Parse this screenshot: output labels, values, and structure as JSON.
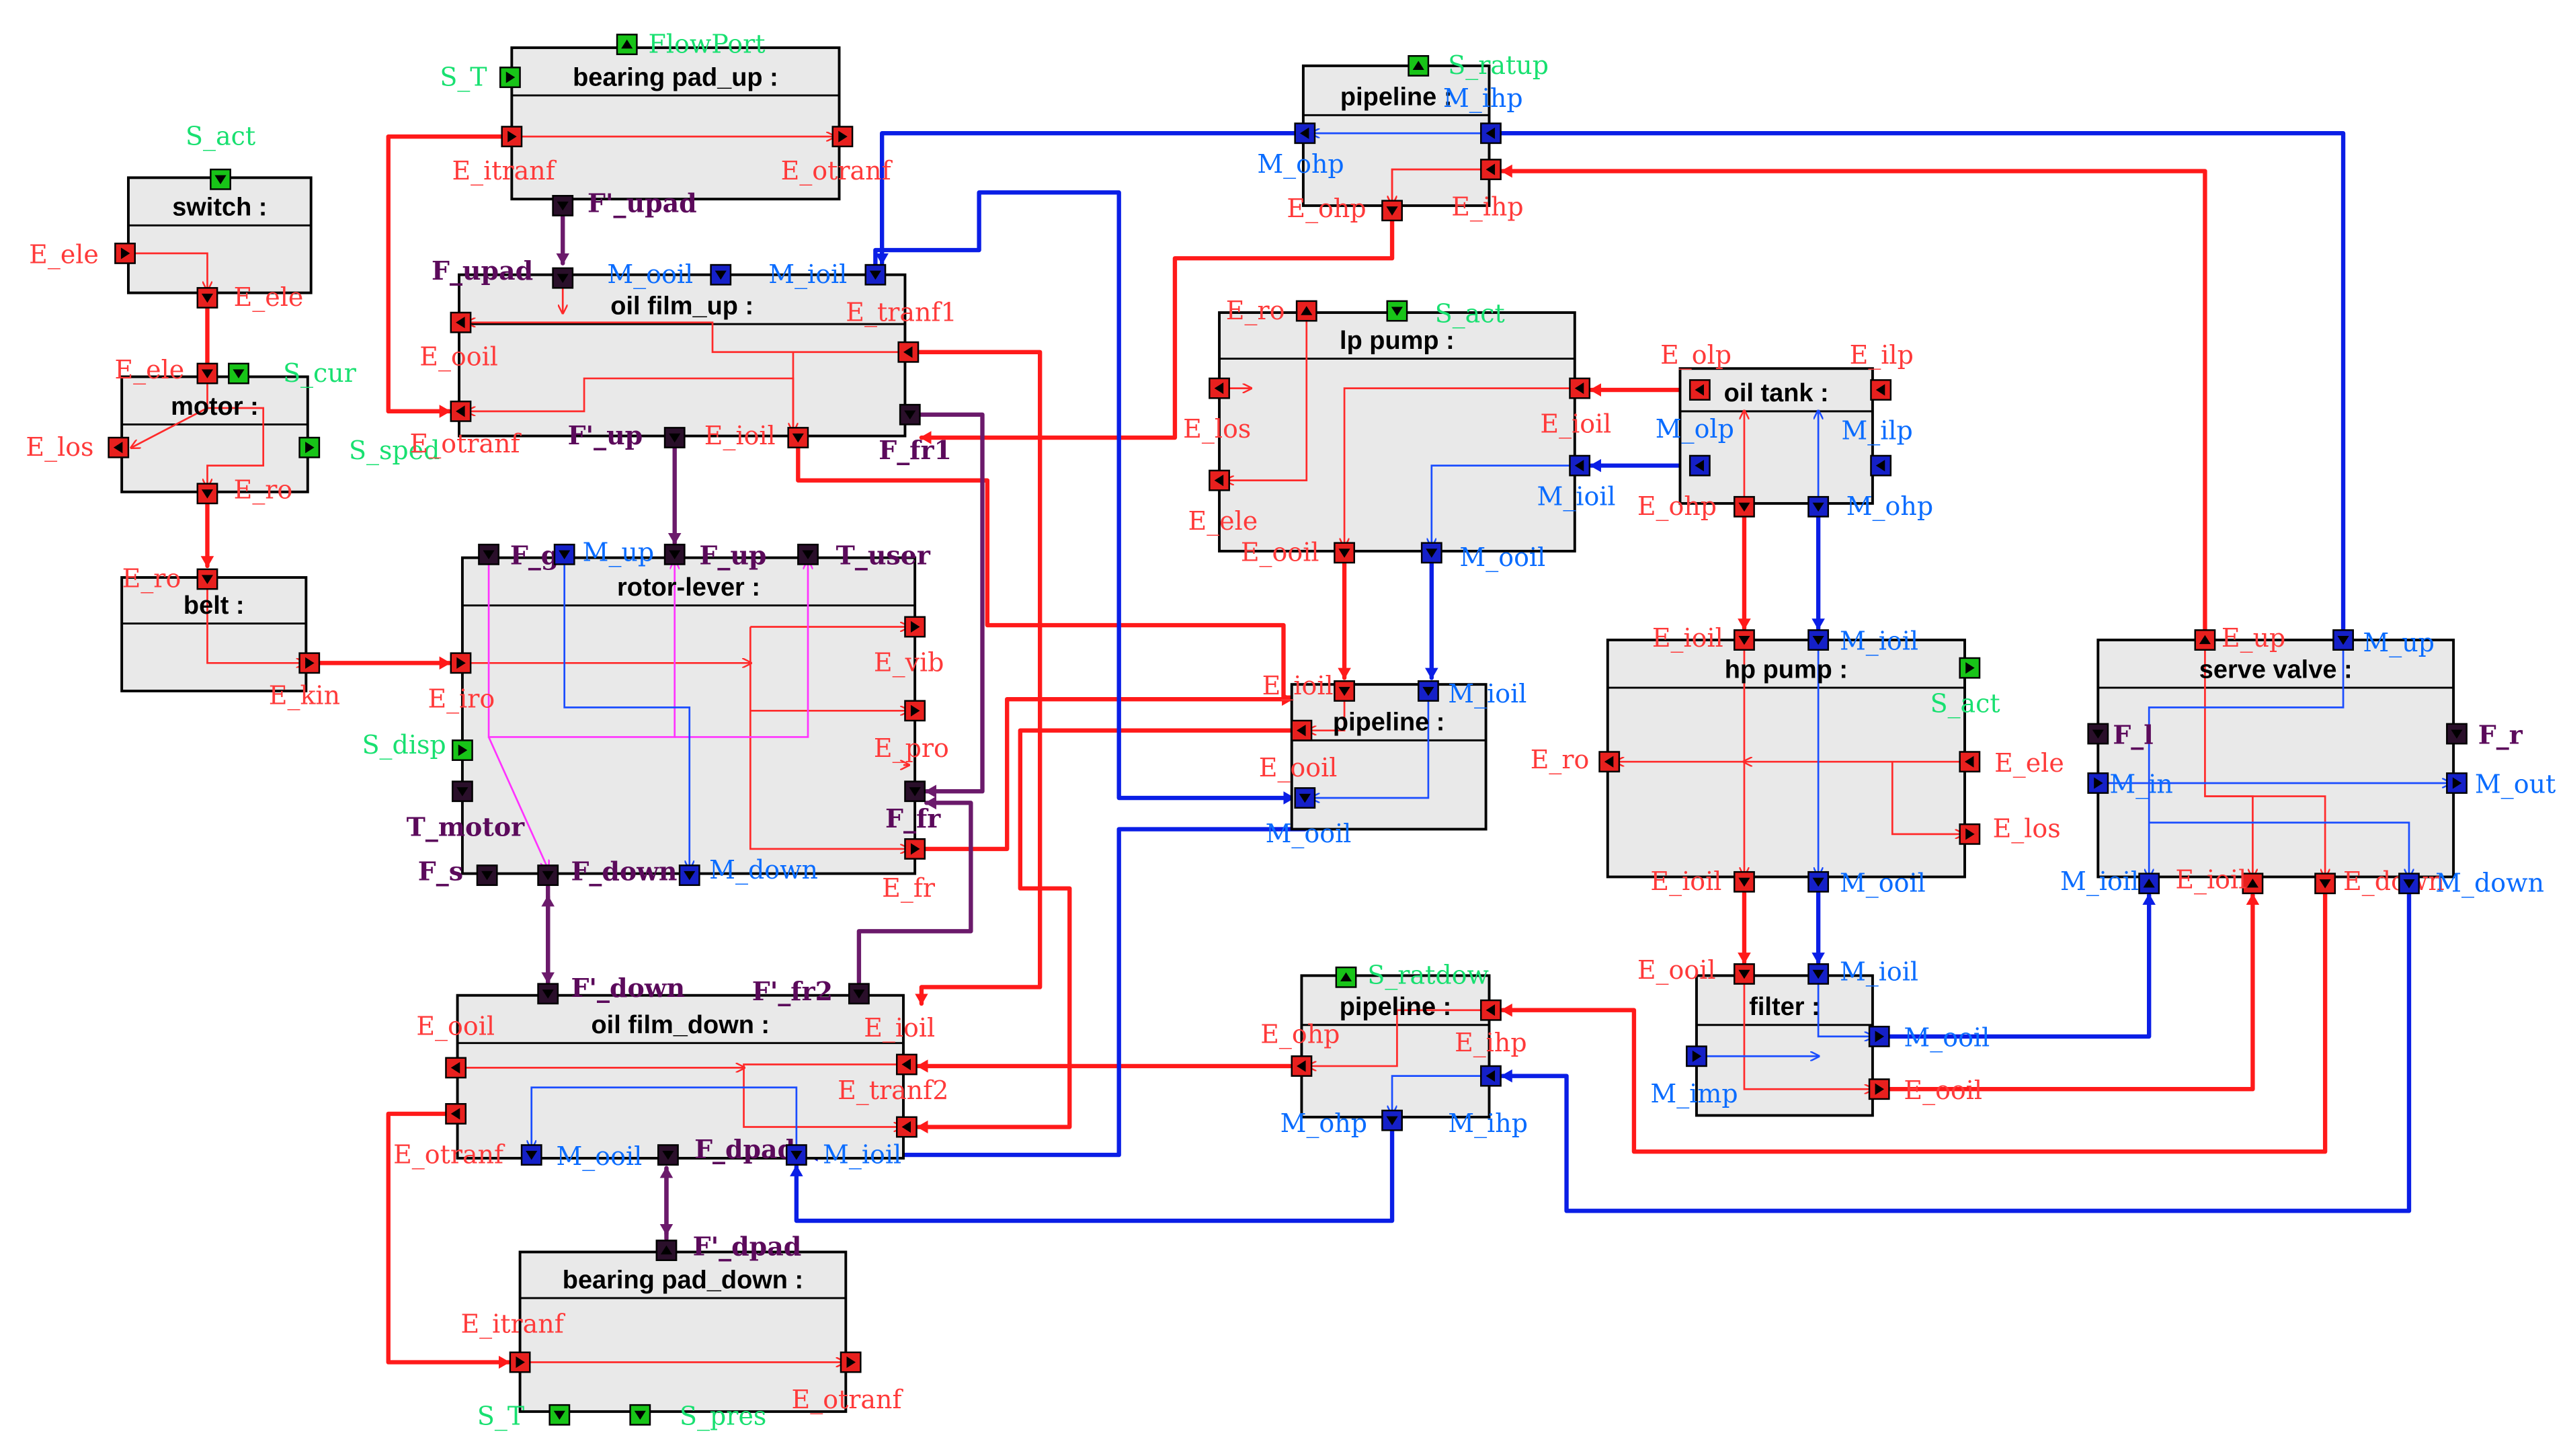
{
  "colors": {
    "energy_port": "#e8201e",
    "mass_port": "#1520c8",
    "force_port": "#2a0f2a",
    "signal_port": "#18c418",
    "energy_label": "#ff3a3a",
    "mass_label": "#0a6cff",
    "force_label": "#5b0a5b",
    "signal_label": "#18e070",
    "energy_wire": "#ff1a1a",
    "mass_wire": "#0a1ee6",
    "force_wire": "#6b1a6b"
  },
  "blocks": [
    {
      "id": "switch",
      "title": "switch :",
      "ports": [
        {
          "label": "S_act",
          "type": "signal"
        },
        {
          "label": "E_ele",
          "type": "energy"
        },
        {
          "label": "E_ele",
          "type": "energy"
        }
      ]
    },
    {
      "id": "motor",
      "title": "motor :",
      "ports": [
        {
          "label": "E_ele",
          "type": "energy"
        },
        {
          "label": "S_cur",
          "type": "signal"
        },
        {
          "label": "E_los",
          "type": "energy"
        },
        {
          "label": "S_sped",
          "type": "signal"
        },
        {
          "label": "E_ro",
          "type": "energy"
        }
      ]
    },
    {
      "id": "belt",
      "title": "belt :",
      "ports": [
        {
          "label": "E_ro",
          "type": "energy"
        },
        {
          "label": "E_kin",
          "type": "energy"
        }
      ]
    },
    {
      "id": "bearing_up",
      "title": "bearing pad_up :",
      "ports": [
        {
          "label": "FlowPort",
          "type": "signal"
        },
        {
          "label": "S_T",
          "type": "signal"
        },
        {
          "label": "E_itranf",
          "type": "energy"
        },
        {
          "label": "E_otranf",
          "type": "energy"
        },
        {
          "label": "F'_upad",
          "type": "force"
        }
      ]
    },
    {
      "id": "oilfilm_up",
      "title": "oil film_up :",
      "ports": [
        {
          "label": "F_upad",
          "type": "force"
        },
        {
          "label": "M_ooil",
          "type": "mass"
        },
        {
          "label": "M_ioil",
          "type": "mass"
        },
        {
          "label": "E_tranf1",
          "type": "energy"
        },
        {
          "label": "E_ooil",
          "type": "energy"
        },
        {
          "label": "E_otranf",
          "type": "energy"
        },
        {
          "label": "F'_up",
          "type": "force"
        },
        {
          "label": "E_ioil",
          "type": "energy"
        },
        {
          "label": "F_fr1",
          "type": "force"
        }
      ]
    },
    {
      "id": "rotor",
      "title": "rotor-lever :",
      "ports": [
        {
          "label": "F_g",
          "type": "force"
        },
        {
          "label": "M_up",
          "type": "mass"
        },
        {
          "label": "F_up",
          "type": "force"
        },
        {
          "label": "T_user",
          "type": "force"
        },
        {
          "label": "E_iro",
          "type": "energy"
        },
        {
          "label": "E_vib",
          "type": "energy"
        },
        {
          "label": "E_pro",
          "type": "energy"
        },
        {
          "label": "S_disp",
          "type": "signal"
        },
        {
          "label": "T_motor",
          "type": "force"
        },
        {
          "label": "F_fr",
          "type": "force"
        },
        {
          "label": "E_fr",
          "type": "energy"
        },
        {
          "label": "F_s",
          "type": "force"
        },
        {
          "label": "F_down",
          "type": "force"
        },
        {
          "label": "M_down",
          "type": "mass"
        }
      ]
    },
    {
      "id": "oilfilm_down",
      "title": "oil film_down :",
      "ports": [
        {
          "label": "F'_down",
          "type": "force"
        },
        {
          "label": "F'_fr2",
          "type": "force"
        },
        {
          "label": "E_ooil",
          "type": "energy"
        },
        {
          "label": "E_ioil",
          "type": "energy"
        },
        {
          "label": "E_tranf2",
          "type": "energy"
        },
        {
          "label": "E_otranf",
          "type": "energy"
        },
        {
          "label": "M_ooil",
          "type": "mass"
        },
        {
          "label": "F_dpad",
          "type": "force"
        },
        {
          "label": "M_ioil",
          "type": "mass"
        }
      ]
    },
    {
      "id": "bearing_down",
      "title": "bearing pad_down :",
      "ports": [
        {
          "label": "F'_dpad",
          "type": "force"
        },
        {
          "label": "E_itranf",
          "type": "energy"
        },
        {
          "label": "E_otranf",
          "type": "energy"
        },
        {
          "label": "S_T",
          "type": "signal"
        },
        {
          "label": "S_pres",
          "type": "signal"
        }
      ]
    },
    {
      "id": "pipeline_top",
      "title": "pipeline :",
      "ports": [
        {
          "label": "S_ratup",
          "type": "signal"
        },
        {
          "label": "M_ihp",
          "type": "mass"
        },
        {
          "label": "M_ohp",
          "type": "mass"
        },
        {
          "label": "E_ohp",
          "type": "energy"
        },
        {
          "label": "E_ihp",
          "type": "energy"
        }
      ]
    },
    {
      "id": "lp_pump",
      "title": "lp pump :",
      "ports": [
        {
          "label": "E_ro",
          "type": "energy"
        },
        {
          "label": "S_act",
          "type": "signal"
        },
        {
          "label": "E_los",
          "type": "energy"
        },
        {
          "label": "E_ele",
          "type": "energy"
        },
        {
          "label": "E_ioil",
          "type": "energy"
        },
        {
          "label": "M_ioil",
          "type": "mass"
        },
        {
          "label": "E_ooil",
          "type": "energy"
        },
        {
          "label": "M_ooil",
          "type": "mass"
        }
      ]
    },
    {
      "id": "oil_tank",
      "title": "oil tank :",
      "ports": [
        {
          "label": "E_olp",
          "type": "energy"
        },
        {
          "label": "E_ilp",
          "type": "energy"
        },
        {
          "label": "M_olp",
          "type": "mass"
        },
        {
          "label": "M_ilp",
          "type": "mass"
        },
        {
          "label": "E_ohp",
          "type": "energy"
        },
        {
          "label": "M_ohp",
          "type": "mass"
        }
      ]
    },
    {
      "id": "pipeline_mid",
      "title": "pipeline :",
      "ports": [
        {
          "label": "E_ioil",
          "type": "energy"
        },
        {
          "label": "M_ioil",
          "type": "mass"
        },
        {
          "label": "E_ooil",
          "type": "energy"
        },
        {
          "label": "M_ooil",
          "type": "mass"
        }
      ]
    },
    {
      "id": "hp_pump",
      "title": "hp pump :",
      "ports": [
        {
          "label": "E_ioil",
          "type": "energy"
        },
        {
          "label": "M_ioil",
          "type": "mass"
        },
        {
          "label": "S_act",
          "type": "signal"
        },
        {
          "label": "E_ro",
          "type": "energy"
        },
        {
          "label": "E_ele",
          "type": "energy"
        },
        {
          "label": "E_los",
          "type": "energy"
        },
        {
          "label": "E_ioil",
          "type": "energy"
        },
        {
          "label": "M_ooil",
          "type": "mass"
        }
      ]
    },
    {
      "id": "filter",
      "title": "filter :",
      "ports": [
        {
          "label": "E_ooil",
          "type": "energy"
        },
        {
          "label": "M_ioil",
          "type": "mass"
        },
        {
          "label": "M_ooil",
          "type": "mass"
        },
        {
          "label": "M_imp",
          "type": "mass"
        },
        {
          "label": "E_ooil",
          "type": "energy"
        }
      ]
    },
    {
      "id": "pipeline_bot",
      "title": "pipeline :",
      "ports": [
        {
          "label": "S_ratdow",
          "type": "signal"
        },
        {
          "label": "E_ohp",
          "type": "energy"
        },
        {
          "label": "E_ihp",
          "type": "energy"
        },
        {
          "label": "M_ohp",
          "type": "mass"
        },
        {
          "label": "M_ihp",
          "type": "mass"
        }
      ]
    },
    {
      "id": "servo_valve",
      "title": "serve valve :",
      "ports": [
        {
          "label": "E_up",
          "type": "energy"
        },
        {
          "label": "M_up",
          "type": "mass"
        },
        {
          "label": "F_l",
          "type": "force"
        },
        {
          "label": "F_r",
          "type": "force"
        },
        {
          "label": "M_in",
          "type": "mass"
        },
        {
          "label": "M_out",
          "type": "mass"
        },
        {
          "label": "M_ioil",
          "type": "mass"
        },
        {
          "label": "E_ioil",
          "type": "energy"
        },
        {
          "label": "E_down",
          "type": "energy"
        },
        {
          "label": "M_down",
          "type": "mass"
        }
      ]
    }
  ]
}
